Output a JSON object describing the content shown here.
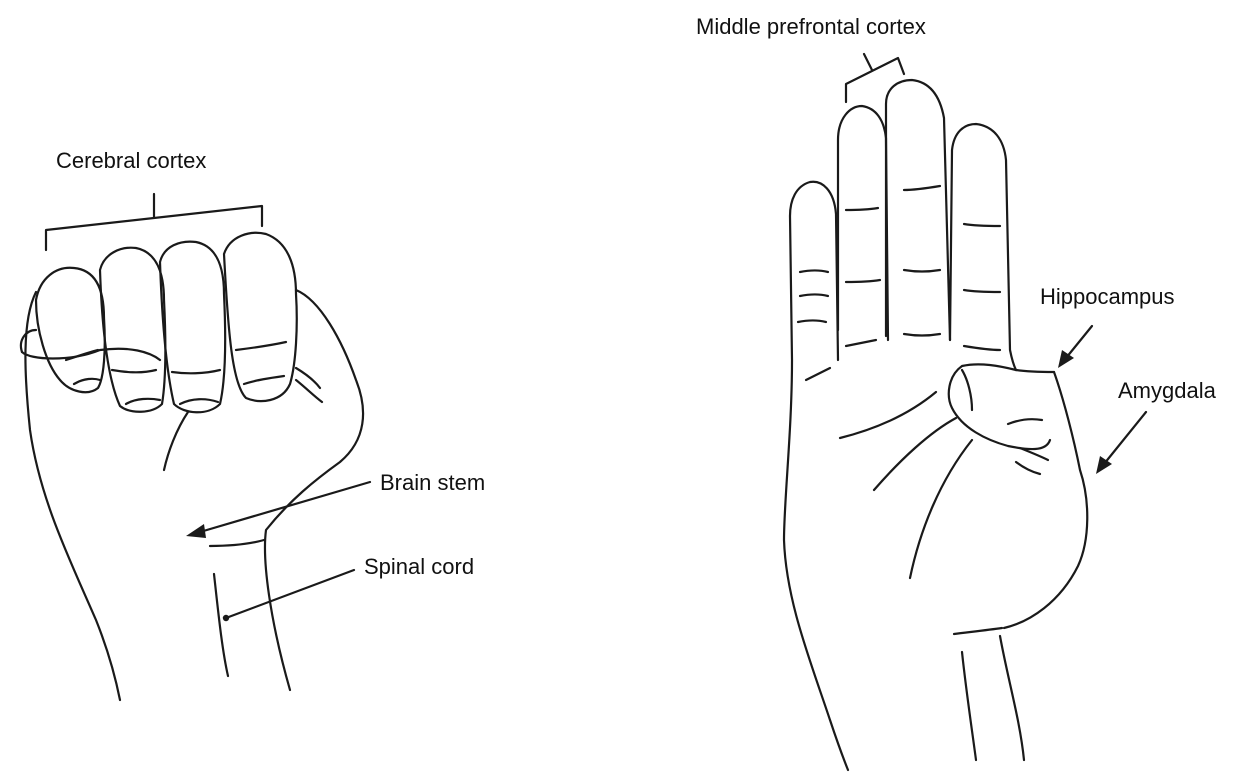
{
  "labels": {
    "cerebral_cortex": "Cerebral cortex",
    "brain_stem": "Brain stem",
    "spinal_cord": "Spinal cord",
    "middle_prefrontal_cortex": "Middle prefrontal cortex",
    "hippocampus": "Hippocampus",
    "amygdala": "Amygdala"
  }
}
